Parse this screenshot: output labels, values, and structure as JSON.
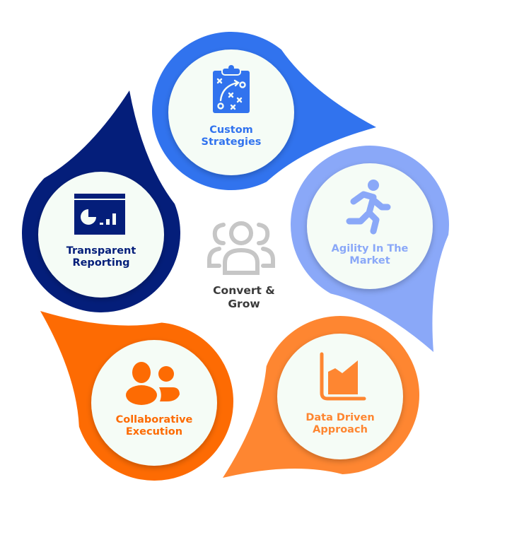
{
  "center": {
    "title_line1": "Convert &",
    "title_line2": "Grow",
    "icon": "users-group-icon",
    "color": "#c6c6c6"
  },
  "items": [
    {
      "line1": "Custom",
      "line2": "Strategies",
      "icon": "clipboard-strategy-icon",
      "color": "#3173ee"
    },
    {
      "line1": "Agility In The",
      "line2": "Market",
      "icon": "running-person-icon",
      "color": "#8aa8f8"
    },
    {
      "line1": "Data Driven",
      "line2": "Approach",
      "icon": "area-chart-icon",
      "color": "#fe8631"
    },
    {
      "line1": "Collaborative",
      "line2": "Execution",
      "icon": "two-people-icon",
      "color": "#fd6b03"
    },
    {
      "line1": "Transparent",
      "line2": "Reporting",
      "icon": "report-screen-icon",
      "color": "#041e7a"
    }
  ],
  "inner_fill": "#f5fcf6"
}
